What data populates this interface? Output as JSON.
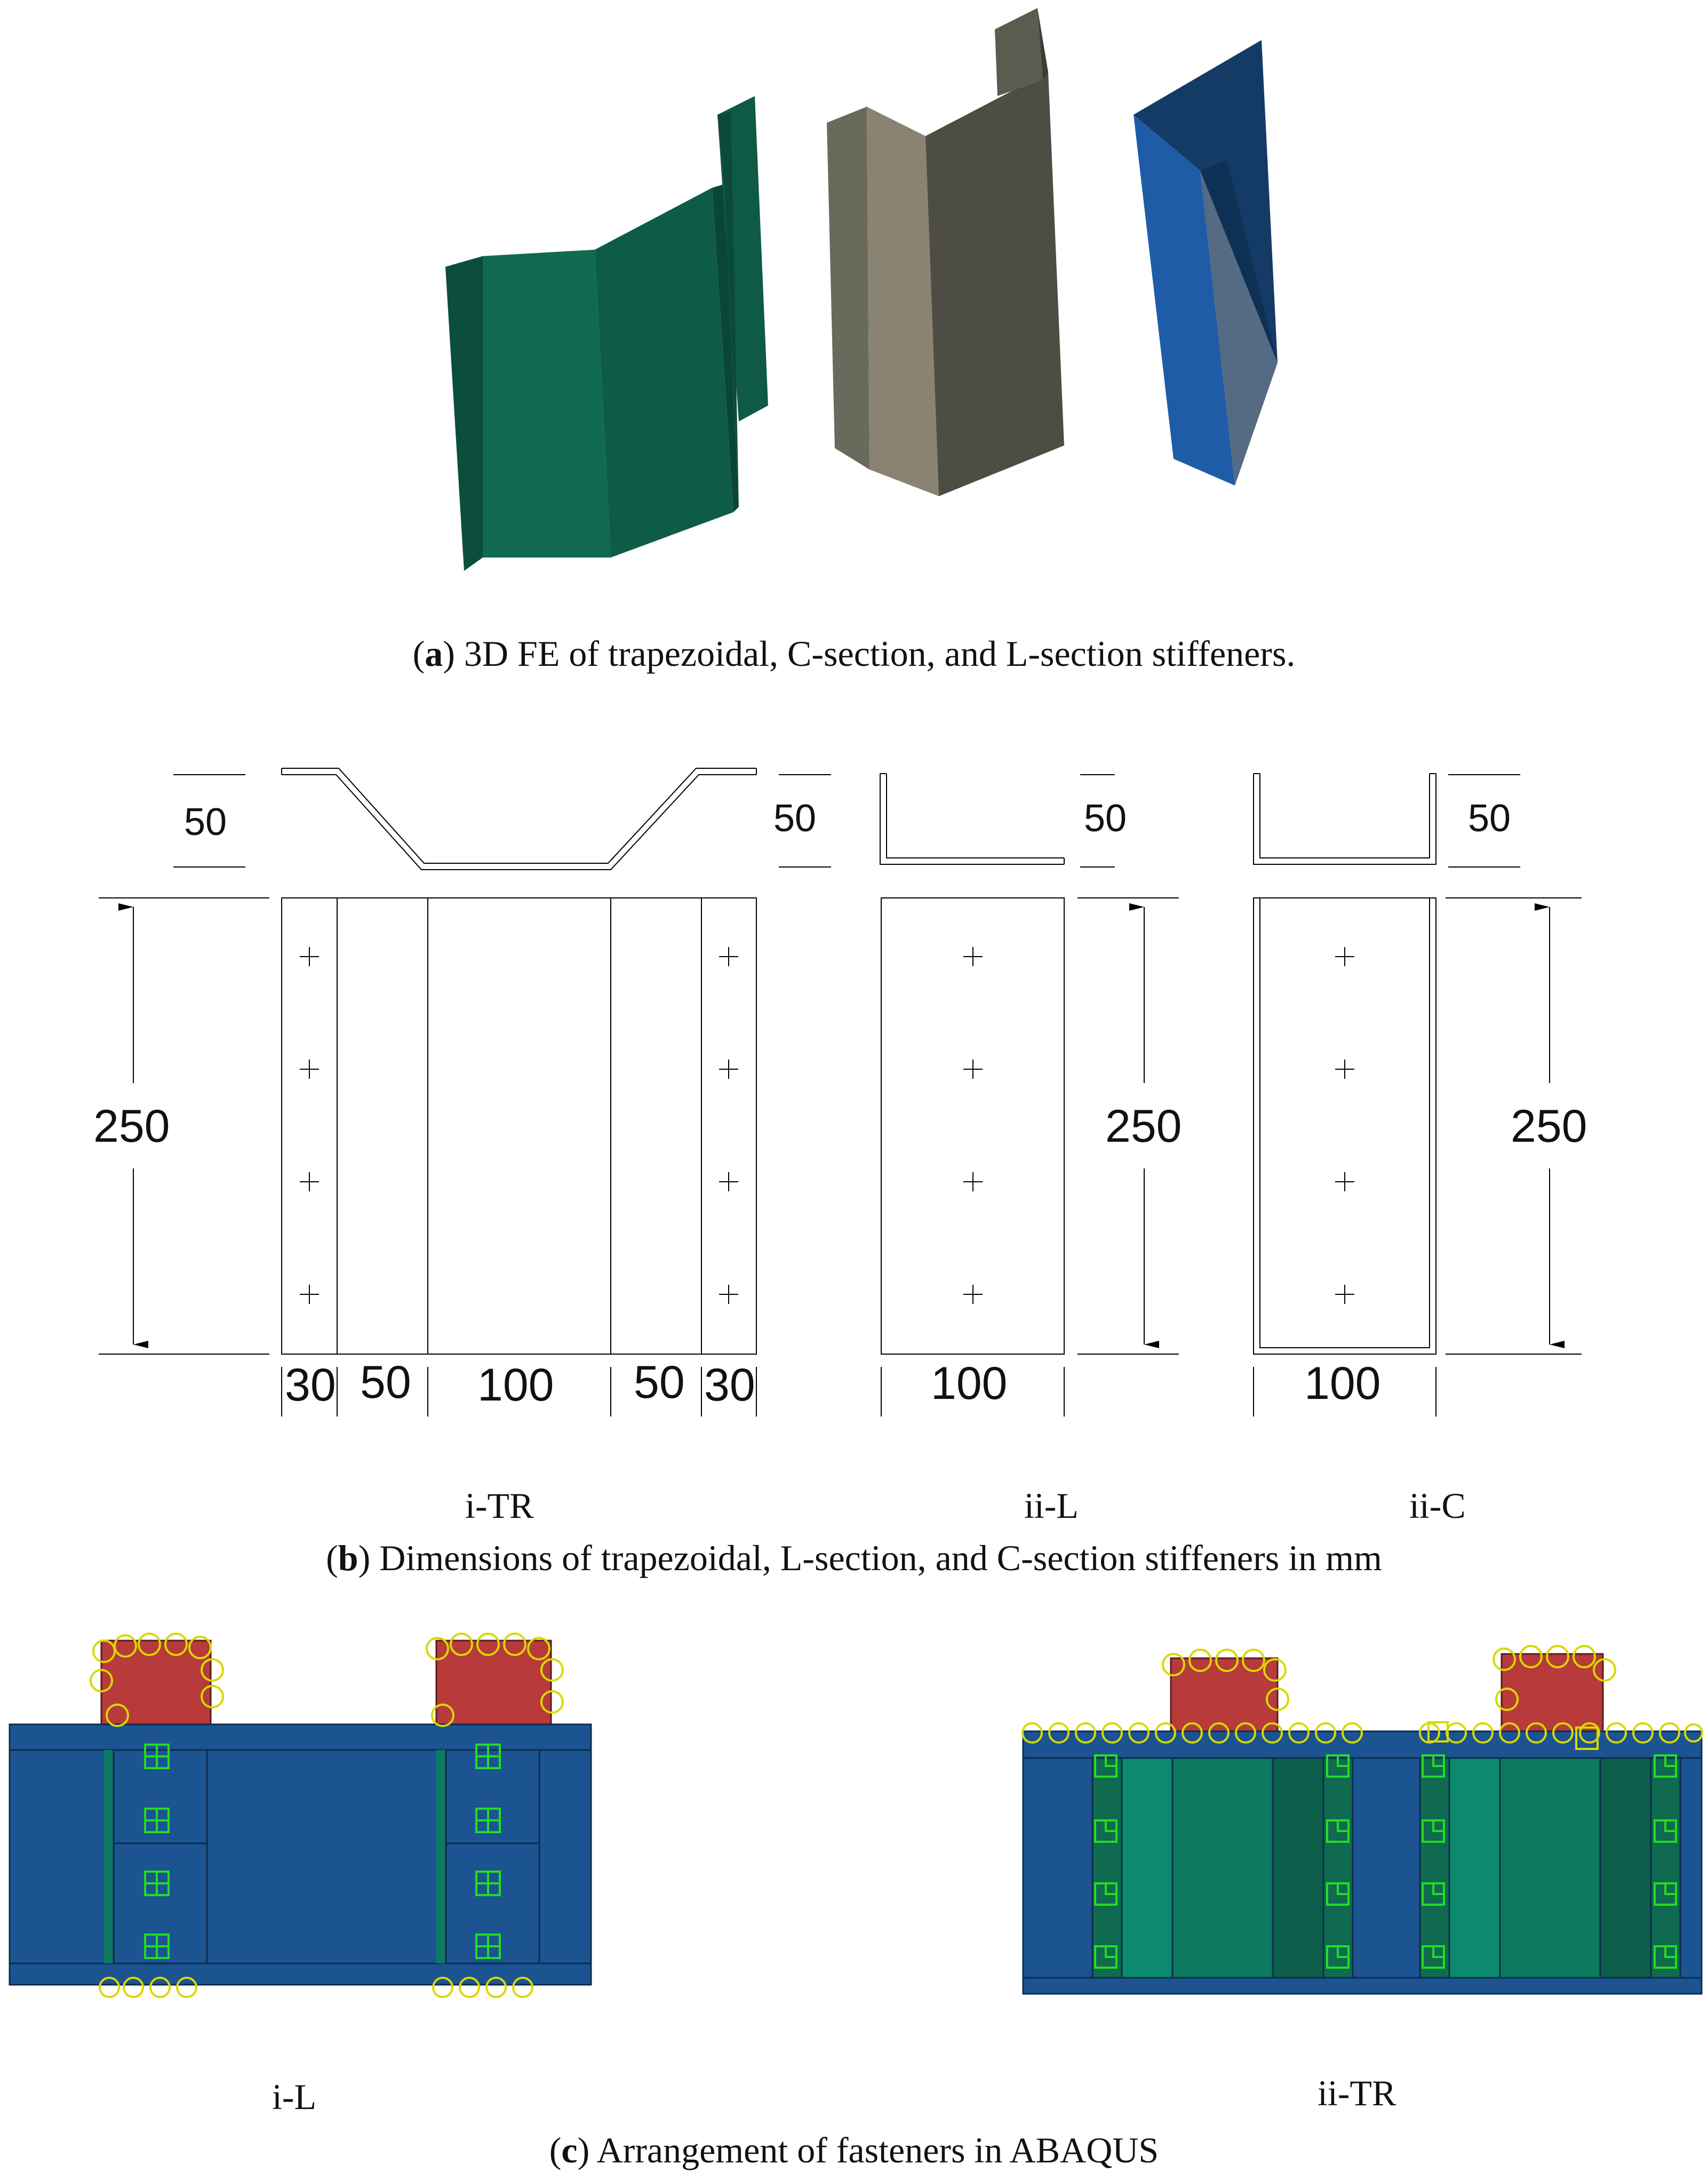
{
  "panel_a": {
    "caption_letter": "a",
    "caption_text": "3D FE of trapezoidal, C-section, and L-section stiffeners.",
    "colors": {
      "trapezoidal": "#0f5e4c",
      "c_section": "#6b6a5e",
      "l_section": "#1f5aa3"
    }
  },
  "panel_b": {
    "caption_letter": "b",
    "caption_text": "Dimensions of trapezoidal, L-section, and C-section stiffeners in mm",
    "tr": {
      "label": "i-TR",
      "height_dim": "250",
      "left_depth_dim": "50",
      "right_depth_dim": "50",
      "widths": [
        "30",
        "50",
        "100",
        "50",
        "30"
      ]
    },
    "l": {
      "label": "ii-L",
      "depth_dim": "50",
      "height_dim": "250",
      "width_dim": "100"
    },
    "c": {
      "label": "ii-C",
      "depth_dim": "50",
      "height_dim": "250",
      "width_dim": "100"
    }
  },
  "panel_c": {
    "caption_letter": "c",
    "caption_text": "Arrangement of fasteners in ABAQUS",
    "left_label": "i-L",
    "right_label": "ii-TR",
    "colors": {
      "beam": "#1c5491",
      "block": "#b83a3a",
      "fastener": "#22dd22",
      "constraint": "#d8d800",
      "stiffener": "#0c7a5e"
    }
  }
}
